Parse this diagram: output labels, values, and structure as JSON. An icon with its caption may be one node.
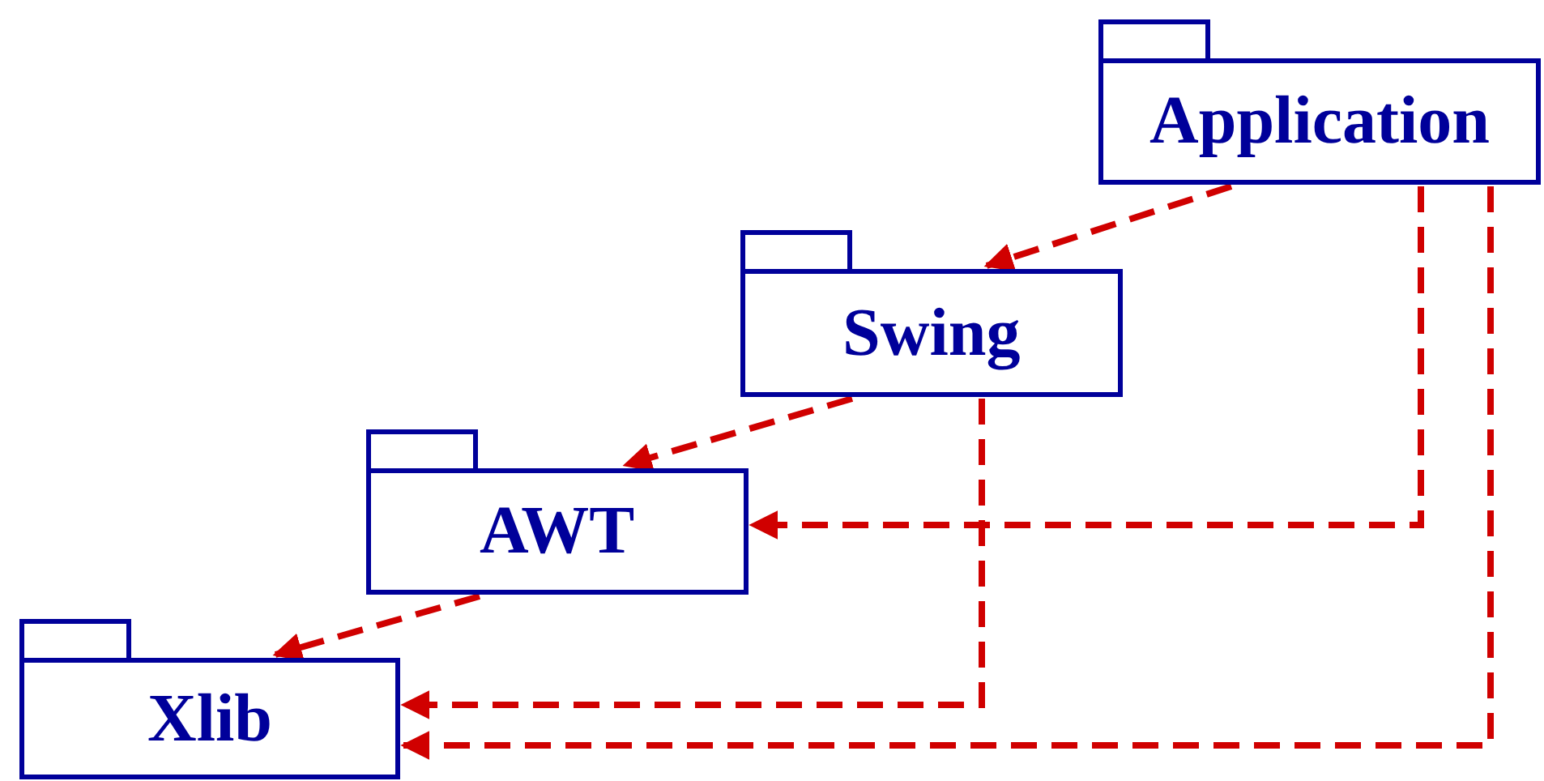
{
  "diagram": {
    "nodes": [
      {
        "text": [
          "Application"
        ]
      },
      {
        "text": [
          "Swing"
        ]
      },
      {
        "text": [
          "AWT"
        ]
      },
      {
        "text": [
          "Xlib"
        ]
      }
    ],
    "edges": [
      {
        "from": 0,
        "to": 1,
        "arrow": "to",
        "style": "dashed"
      },
      {
        "from": 1,
        "to": 2,
        "arrow": "to",
        "style": "dashed"
      },
      {
        "from": 2,
        "to": 3,
        "arrow": "to",
        "style": "dashed"
      },
      {
        "from": 0,
        "to": 2,
        "arrow": "to",
        "style": "dashed"
      },
      {
        "from": 1,
        "to": 3,
        "arrow": "to",
        "style": "dashed"
      },
      {
        "from": 0,
        "to": 3,
        "arrow": "to",
        "style": "dashed"
      }
    ]
  }
}
